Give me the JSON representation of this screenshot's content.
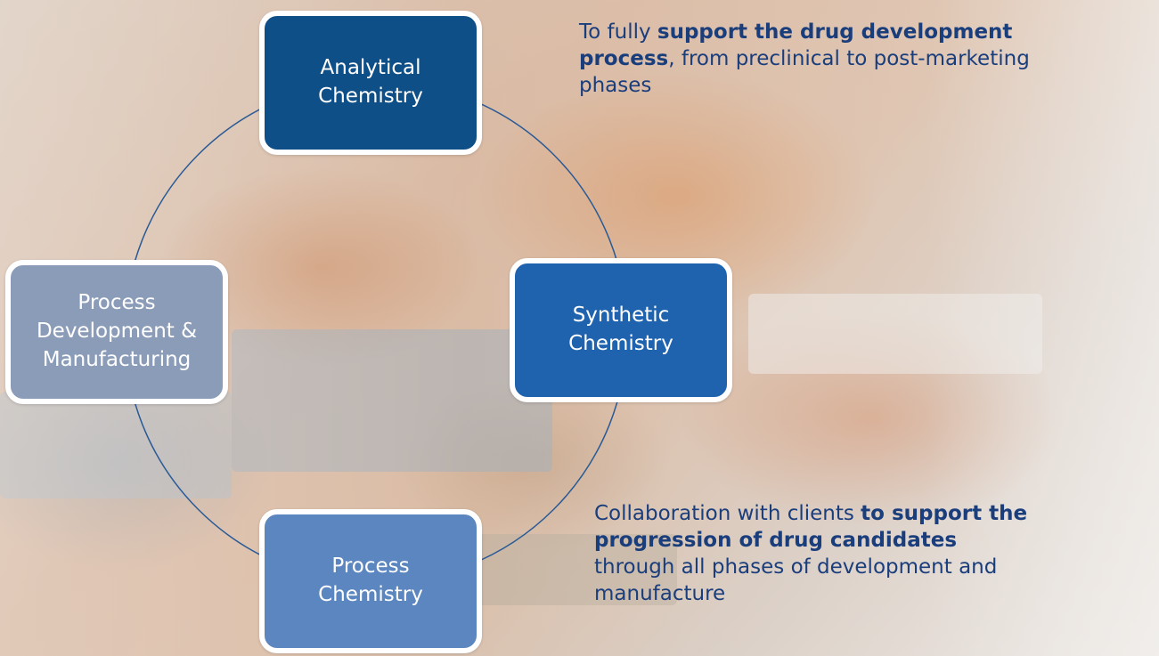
{
  "diagram": {
    "nodes": [
      {
        "id": "analytical",
        "label": "Analytical\nChemistry",
        "color": "#0f4f87"
      },
      {
        "id": "synthetic",
        "label": "Synthetic\nChemistry",
        "color": "#1f63ae"
      },
      {
        "id": "process",
        "label": "Process\nChemistry",
        "color": "#5b86c0"
      },
      {
        "id": "process-dev",
        "label": "Process\nDevelopment &\nManufacturing",
        "color": "#8b9cb8"
      }
    ],
    "cycle_color": "#2a5a96"
  },
  "captions": {
    "top": {
      "prefix": "To fully ",
      "bold1": "support the drug development",
      "bold2": "process",
      "suffix": ", from preclinical to post-marketing",
      "line3": "phases"
    },
    "bottom": {
      "prefix": "Collaboration with clients ",
      "bold1": "to support the",
      "bold2": "progression of drug candidates",
      "line3": "through all phases of development and",
      "line4": "manufacture"
    }
  }
}
